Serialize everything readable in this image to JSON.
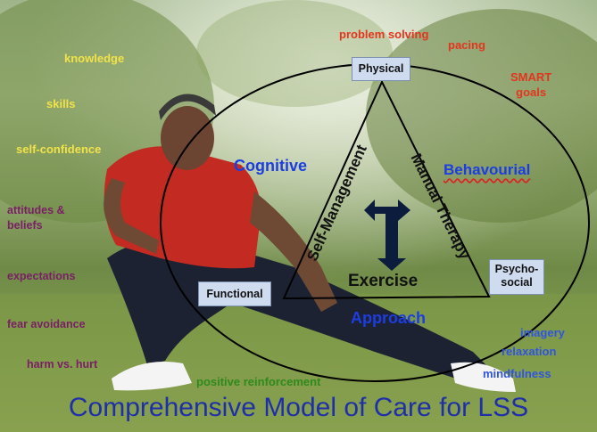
{
  "title": "Comprehensive Model of Care for LSS",
  "left_labels": {
    "knowledge": "knowledge",
    "skills": "skills",
    "self_confidence": "self-confidence",
    "attitudes": "attitudes &\nbeliefs",
    "expectations": "expectations",
    "fear_avoidance": "fear avoidance",
    "harm_vs_hurt": "harm vs. hurt"
  },
  "top_right_labels": {
    "problem_solving": "problem solving",
    "pacing": "pacing",
    "smart_goals": "SMART\ngoals"
  },
  "bottom_right_labels": {
    "imagery": "imagery",
    "relaxation": "relaxation",
    "mindfulness": "mindfulness"
  },
  "bottom_label": "positive reinforcement",
  "ellipse_labels": {
    "cognitive": "Cognitive",
    "behavourial": "Behavourial",
    "approach": "Approach"
  },
  "corner_boxes": {
    "physical": "Physical",
    "functional": "Functional",
    "psychosocial": "Psycho-\nsocial"
  },
  "triangle_labels": {
    "self_management": "Self-Management",
    "manual_therapy": "Manual Therapy",
    "exercise": "Exercise"
  },
  "colors": {
    "left_yellow": "#f2e24a",
    "left_purple": "#7a1f66",
    "top_right_red": "#e2361d",
    "bottom_right_blue": "#2f55e0",
    "green": "#2f8a1c",
    "ellipse_blue": "#1c3ee0",
    "title_blue": "#1e2fa8",
    "box_fill": "#cfdcf0"
  },
  "icons": {
    "center_arrow": "four-way-arrow-icon",
    "background_photo": "man-stretching-in-park-photo"
  }
}
